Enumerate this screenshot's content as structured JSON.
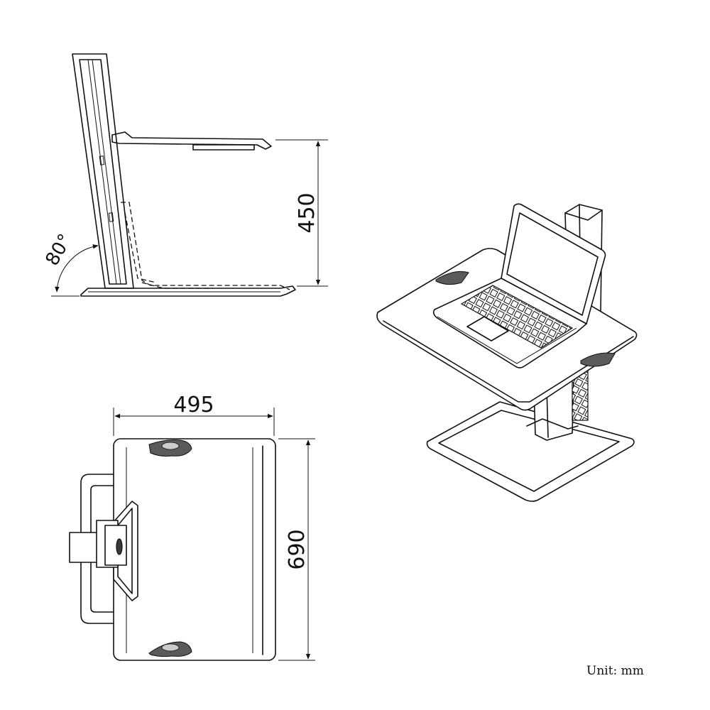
{
  "side_view": {
    "height_label": "450",
    "angle_label": "80°"
  },
  "top_view": {
    "width_label": "495",
    "depth_label": "690"
  },
  "unit_label": "Unit:  mm",
  "colors": {
    "line": "#111111",
    "background": "#ffffff",
    "grip": "#5a5a5a"
  }
}
